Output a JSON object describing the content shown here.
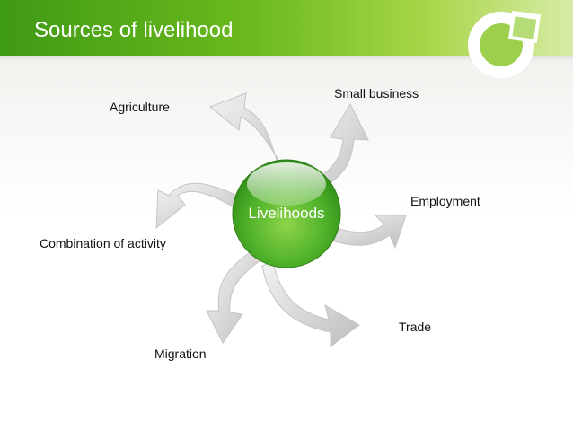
{
  "slide": {
    "title": "Sources of livelihood"
  },
  "hub": {
    "label": "Livelihoods"
  },
  "nodes": [
    {
      "label": "Agriculture"
    },
    {
      "label": "Small business"
    },
    {
      "label": "Employment"
    },
    {
      "label": "Combination of activity"
    },
    {
      "label": "Trade"
    },
    {
      "label": "Migration"
    }
  ],
  "colors": {
    "accent_green": "#6cbb1e",
    "hub_green": "#3aa01c",
    "arrow_gray": "#cfcfcf"
  }
}
